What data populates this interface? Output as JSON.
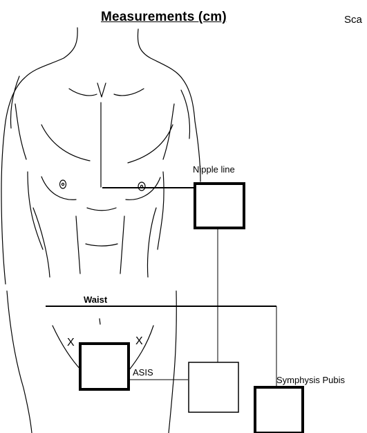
{
  "title": "Measurements (cm)",
  "scale_label": "Sca",
  "labels": {
    "nipple_line": "Nipple line",
    "waist": "Waist",
    "asis": "ASIS",
    "symphysis_pubis": "Symphysis Pubis",
    "x_left": "X",
    "x_right": "X"
  },
  "colors": {
    "line": "#000000",
    "background": "#ffffff"
  }
}
